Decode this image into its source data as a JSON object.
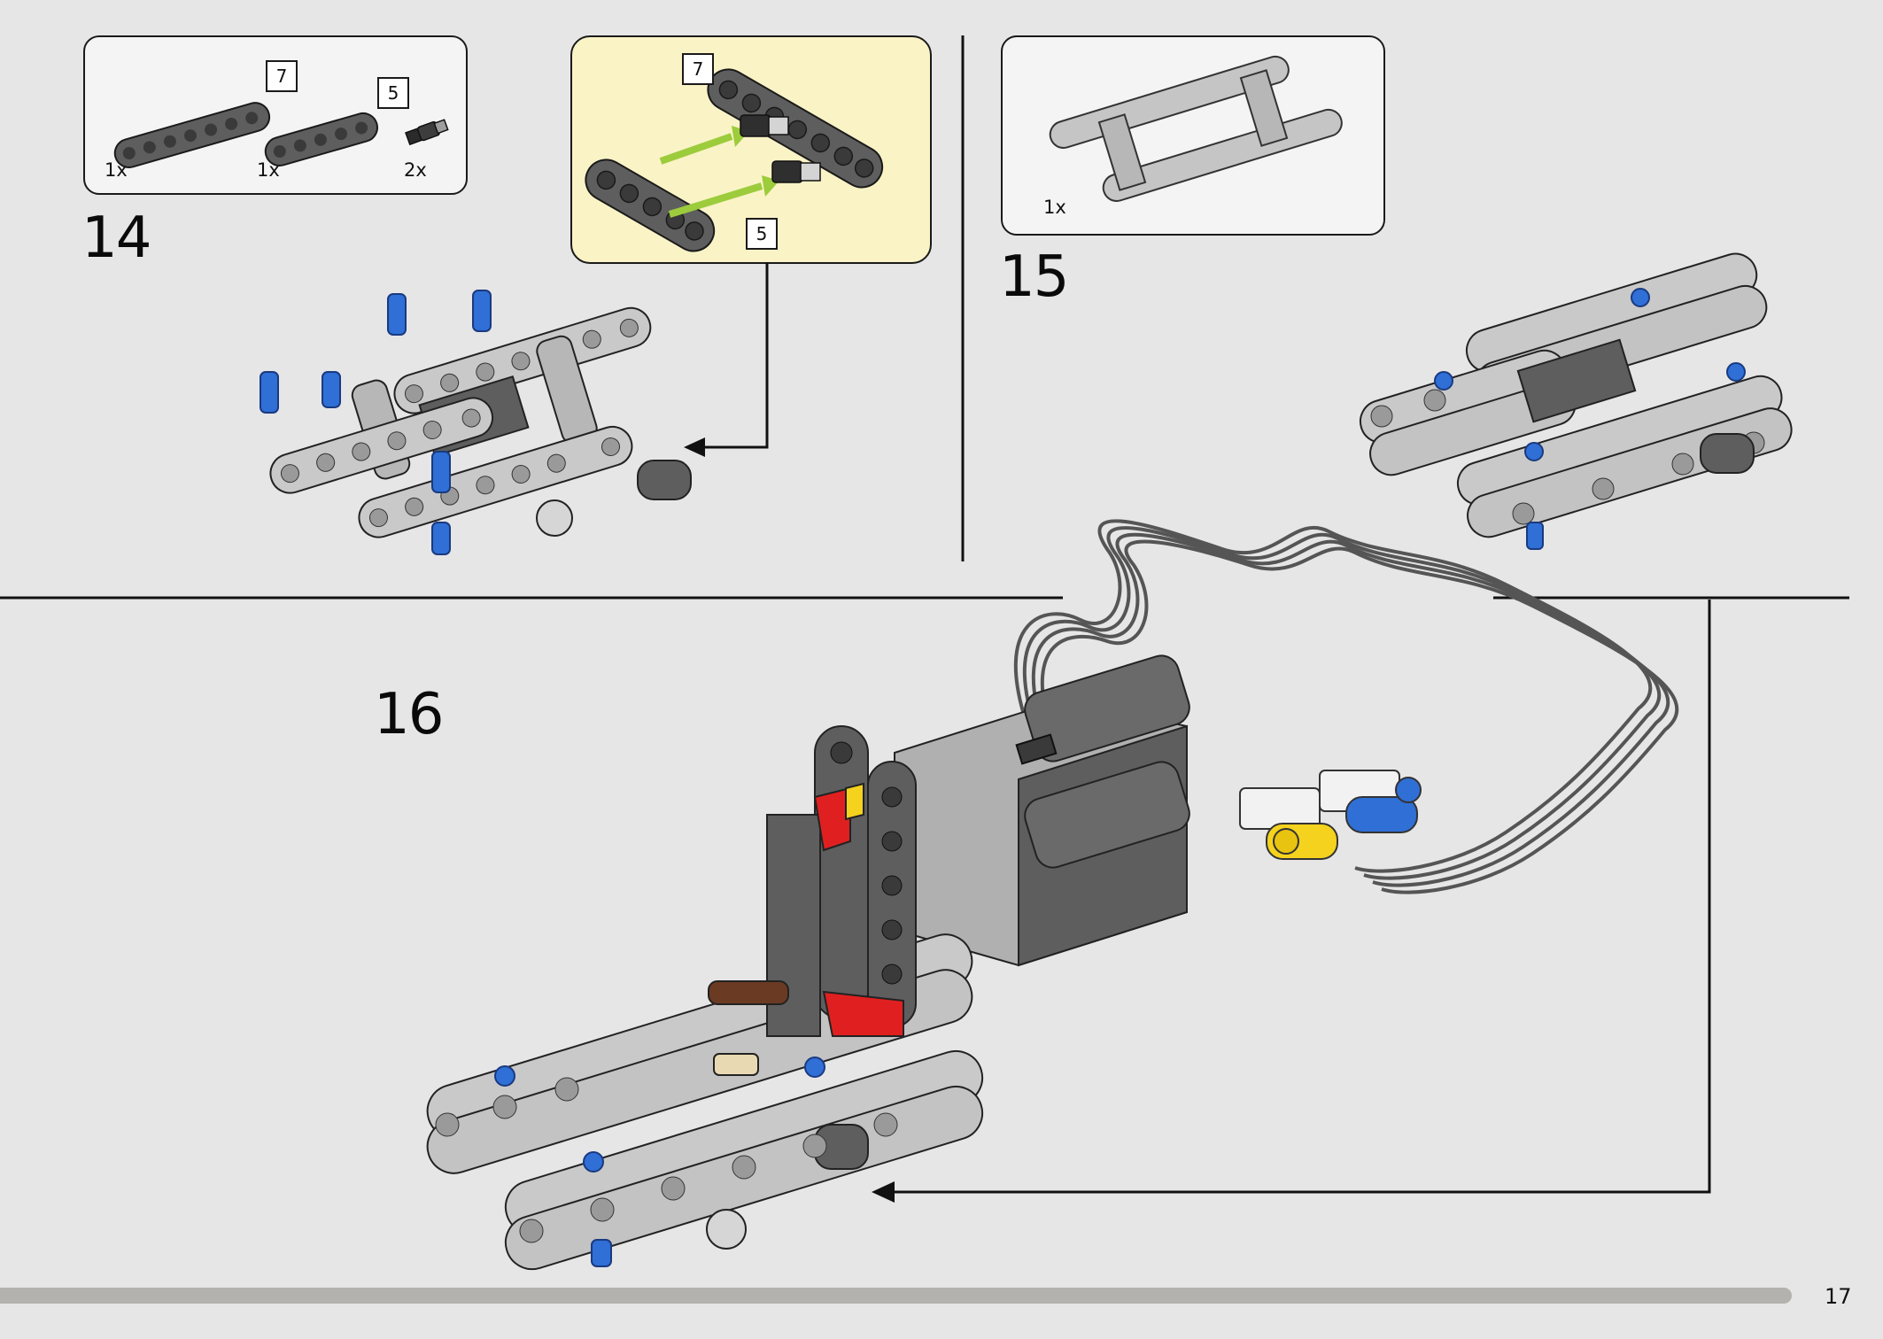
{
  "page": {
    "number": "17"
  },
  "steps": [
    {
      "number": "14",
      "parts": [
        {
          "name": "beam-7",
          "length_tag": "7",
          "qty": "1x"
        },
        {
          "name": "beam-5",
          "length_tag": "5",
          "qty": "1x"
        },
        {
          "name": "axle-pin",
          "qty": "2x"
        }
      ],
      "callout": {
        "tags": [
          "7",
          "5"
        ]
      }
    },
    {
      "number": "15",
      "parts": [
        {
          "name": "frame-subassembly",
          "qty": "1x"
        }
      ]
    },
    {
      "number": "16"
    }
  ],
  "colors": {
    "background": "#e6e6e6",
    "callout_bg": "#faf3c6",
    "beam_light": "#bdbdbd",
    "beam_dark": "#5e5e5e",
    "pin_blue": "#2f6fd6",
    "accent_red": "#e02020",
    "accent_yellow": "#f4d21e",
    "arrow_green": "#9ccc3c",
    "progress_bar": "#b4b2ae"
  }
}
